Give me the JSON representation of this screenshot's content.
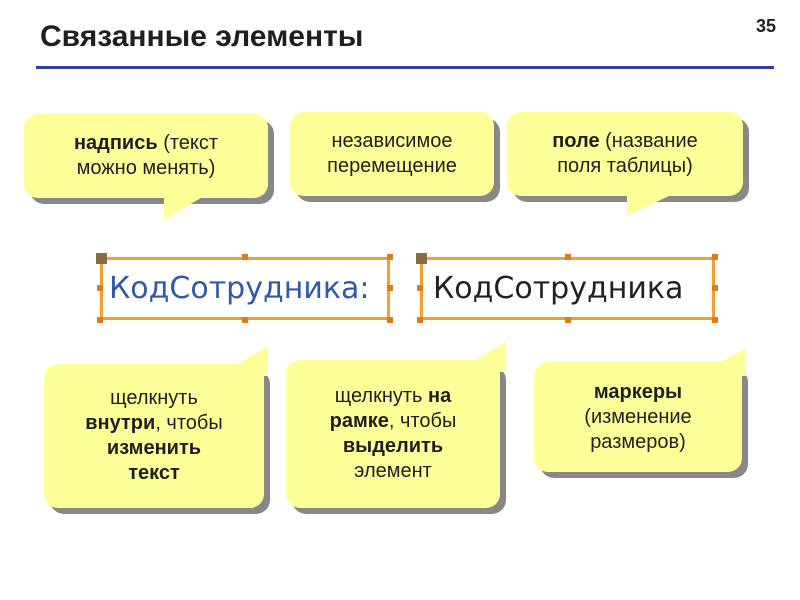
{
  "slide": {
    "title": "Связанные элементы",
    "page_number": "35"
  },
  "callouts": {
    "label": {
      "bold": "надпись",
      "rest1": " (текст",
      "line2": "можно менять)"
    },
    "independent_move": {
      "line1": "независимое",
      "line2": "перемещение"
    },
    "field": {
      "bold": "поле",
      "rest1": " (название",
      "line2": "поля таблицы)"
    },
    "click_inside": {
      "line1": "щелкнуть",
      "bold2": "внутри",
      "rest2": ", чтобы",
      "bold3": "изменить",
      "bold4": "текст"
    },
    "click_frame": {
      "rest1": "щелкнуть ",
      "bold1": "на",
      "bold2": "рамке",
      "rest2": ", чтобы",
      "bold3": "выделить",
      "line4": "элемент"
    },
    "markers": {
      "bold1": "маркеры",
      "line2": "(изменение",
      "line3": "размеров)"
    }
  },
  "controls": {
    "label_text": "КодСотрудника:",
    "field_text": "КодСотрудника"
  },
  "colors": {
    "callout_bg": "#ffff99",
    "frame": "#f0a030",
    "rule": "#2f3fa0"
  }
}
